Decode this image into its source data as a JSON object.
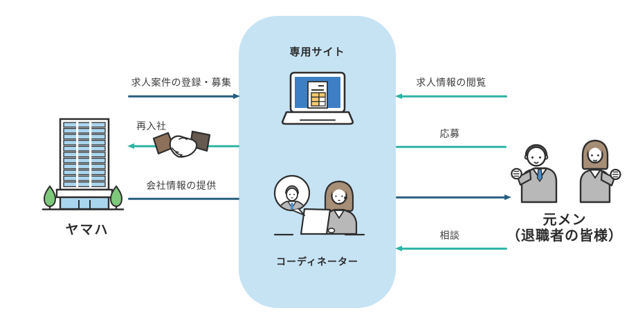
{
  "diagram": {
    "panel": {
      "title": "専用サイト"
    },
    "nodes": {
      "yamaha": {
        "label": "ヤマハ",
        "icon": "office-building-icon"
      },
      "site": {
        "icon": "laptop-site-icon"
      },
      "coordinator": {
        "label": "コーディネーター",
        "icon": "coordinator-operator-icon"
      },
      "members": {
        "label_line1": "元メン",
        "label_line2": "（退職者の皆様）",
        "icon": "retirees-pair-icon"
      }
    },
    "flows": {
      "left": [
        {
          "label": "求人案件の登録・募集",
          "direction": "right",
          "color": "#265e81"
        },
        {
          "label": "再入社",
          "direction": "left",
          "color": "#2bb3a3",
          "icon": "handshake-icon"
        },
        {
          "label": "会社情報の提供",
          "direction": "none",
          "color": "#265e81"
        }
      ],
      "right": [
        {
          "label": "求人情報の閲覧",
          "direction": "left",
          "color": "#2bb3a3"
        },
        {
          "label": "応募",
          "direction": "none",
          "color": "#2bb3a3"
        },
        {
          "label": "",
          "direction": "right",
          "color": "#265e81"
        },
        {
          "label": "相談",
          "direction": "left",
          "color": "#2bb3a3"
        }
      ]
    },
    "colors": {
      "panel_bg": "#c6e3f4",
      "teal": "#2bb3a3",
      "navy": "#265e81",
      "outline": "#2e2e2e"
    }
  }
}
